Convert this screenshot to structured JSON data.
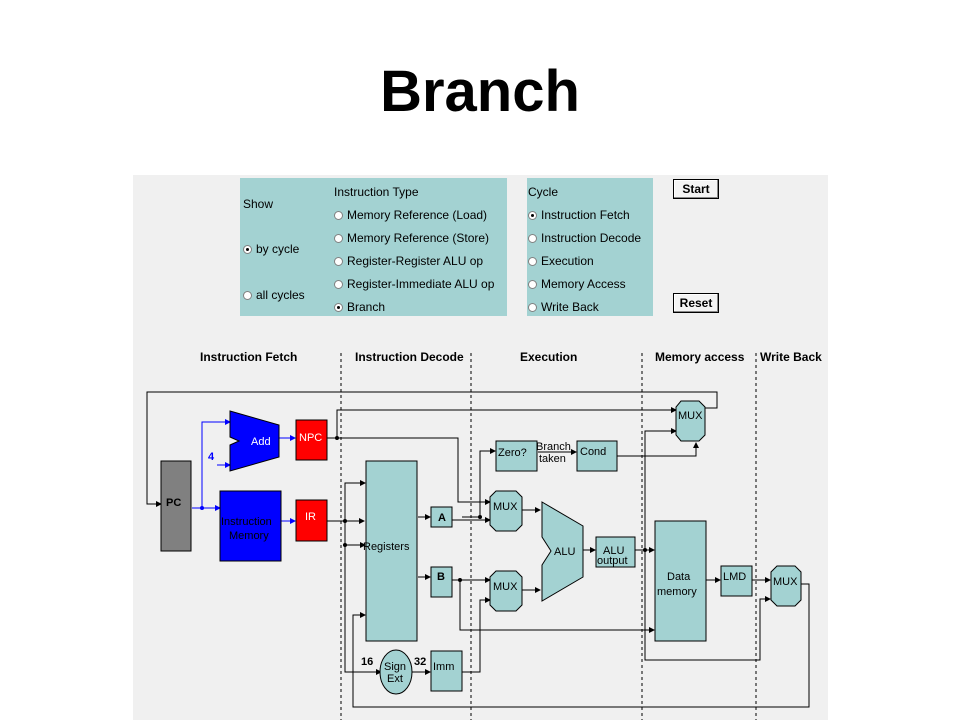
{
  "title": "Branch",
  "show": {
    "heading": "Show",
    "options": [
      "by cycle",
      "all cycles"
    ],
    "selected": 0
  },
  "instruction_type": {
    "heading": "Instruction Type",
    "options": [
      "Memory Reference (Load)",
      "Memory Reference (Store)",
      "Register-Register ALU op",
      "Register-Immediate ALU op",
      "Branch"
    ],
    "selected": 4
  },
  "cycle": {
    "heading": "Cycle",
    "options": [
      "Instruction Fetch",
      "Instruction Decode",
      "Execution",
      "Memory Access",
      "Write Back"
    ],
    "selected": 0
  },
  "buttons": {
    "start": "Start",
    "reset": "Reset"
  },
  "stages": [
    "Instruction Fetch",
    "Instruction Decode",
    "Execution",
    "Memory access",
    "Write Back"
  ],
  "blocks": {
    "pc": "PC",
    "add": "Add",
    "const4": "4",
    "npc": "NPC",
    "imem": [
      "Instruction",
      "Memory"
    ],
    "ir": "IR",
    "registers": "Registers",
    "a": "A",
    "b": "B",
    "sign_ext": [
      "Sign",
      "Ext"
    ],
    "bits16": "16",
    "bits32": "32",
    "imm": "Imm",
    "zero": "Zero?",
    "branch_taken": [
      "Branch",
      "taken"
    ],
    "cond": "Cond",
    "mux_top": "MUX",
    "mux_a": "MUX",
    "mux_b": "MUX",
    "alu": "ALU",
    "alu_output": [
      "ALU",
      "output"
    ],
    "dmem": [
      "Data",
      "memory"
    ],
    "lmd": "LMD",
    "mux_wb": "MUX"
  },
  "colors": {
    "panel": "#a3d2d2",
    "active_blue": "#0000ff",
    "active_red": "#ff0000",
    "pc_gray": "#808080",
    "wire": "#000000"
  }
}
